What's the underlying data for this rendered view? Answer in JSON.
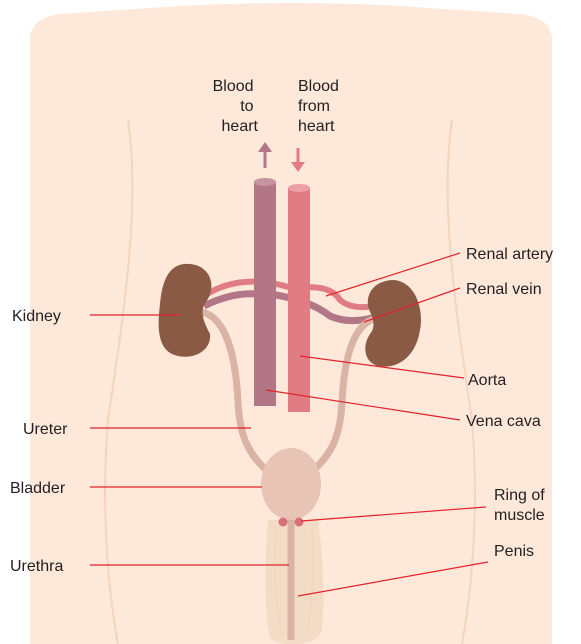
{
  "labels": {
    "blood_to_heart": [
      "Blood",
      "to",
      "heart"
    ],
    "blood_from_heart": [
      "Blood",
      "from",
      "heart"
    ],
    "kidney": "Kidney",
    "ureter": "Ureter",
    "bladder": "Bladder",
    "urethra": "Urethra",
    "renal_artery": "Renal artery",
    "renal_vein": "Renal vein",
    "aorta": "Aorta",
    "vena_cava": "Vena cava",
    "ring_of_muscle": [
      "Ring of",
      "muscle"
    ],
    "penis": "Penis"
  },
  "colors": {
    "skin": "#fde8da",
    "skin_shadow": "#f6d3bd",
    "kidney": "#8a5a44",
    "vena_cava": "#b27686",
    "aorta": "#e07d84",
    "ureter": "#d9b3a4",
    "bladder": "#e8c4b5",
    "ring": "#d7707a",
    "penis": "#f3dcc6",
    "leader": "#e3222b"
  }
}
